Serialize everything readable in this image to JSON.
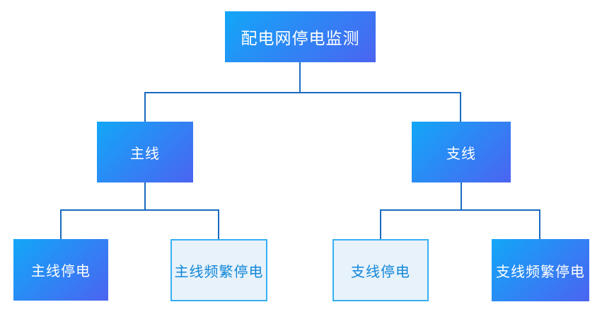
{
  "diagram": {
    "title": "配电网停电监测",
    "type": "tree",
    "nodes": {
      "root": {
        "label": "配电网停电监测",
        "style": "solid-gradient"
      },
      "main_line": {
        "label": "主线",
        "style": "solid-gradient"
      },
      "branch_line": {
        "label": "支线",
        "style": "solid-gradient"
      },
      "main_outage": {
        "label": "主线停电",
        "style": "solid-gradient"
      },
      "main_frequent": {
        "label": "主线频繁停电",
        "style": "light-outline"
      },
      "branch_outage": {
        "label": "支线停电",
        "style": "light-outline"
      },
      "branch_frequent": {
        "label": "支线频繁停电",
        "style": "solid-gradient"
      }
    },
    "edges": [
      {
        "from": "root",
        "to": "main_line"
      },
      {
        "from": "root",
        "to": "branch_line"
      },
      {
        "from": "main_line",
        "to": "main_outage"
      },
      {
        "from": "main_line",
        "to": "main_frequent"
      },
      {
        "from": "branch_line",
        "to": "branch_outage"
      },
      {
        "from": "branch_line",
        "to": "branch_frequent"
      }
    ],
    "colors": {
      "node_gradient_start": "#12a7f8",
      "node_gradient_end": "#4b64f1",
      "node_text": "#ffffff",
      "light_node_background": "#e7f2fb",
      "light_node_border": "#38aff1",
      "light_node_text": "#1287d8",
      "connector_line": "#1a6ac0",
      "page_background": "#ffffff"
    }
  }
}
